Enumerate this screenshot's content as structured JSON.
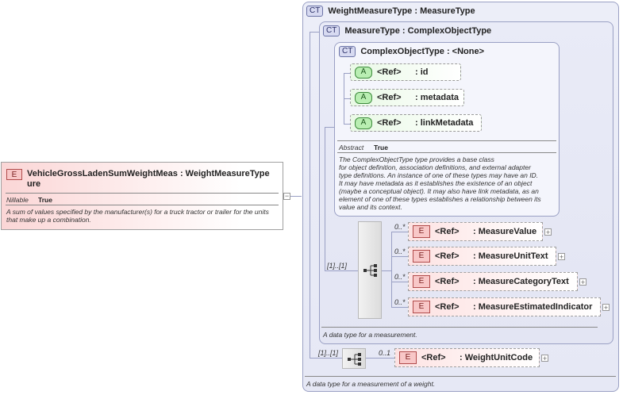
{
  "root": {
    "badge": "E",
    "name_line1": "VehicleGrossLadenSumWeightMeas : WeightMeasureType",
    "name_line2": "ure",
    "prop_key": "Nillable",
    "prop_value": "True",
    "doc": "A sum of values specified by the manufacturer(s) for a truck tractor or trailer for the units that make up a combination.",
    "collapse": "−"
  },
  "weight_measure_type": {
    "badge": "CT",
    "title": "WeightMeasureType : MeasureType",
    "doc": "A data type for a measurement of a weight.",
    "seq_occurrence": "[1]..[1]",
    "child": {
      "badge": "E",
      "occurrence": "0..1",
      "ref": "<Ref>",
      "name": ": WeightUnitCode",
      "expand": "+"
    }
  },
  "measure_type": {
    "badge": "CT",
    "title": "MeasureType : ComplexObjectType",
    "doc": "A data type for a measurement.",
    "seq_occurrence": "[1]..[1]",
    "children": [
      {
        "badge": "E",
        "occurrence": "0..*",
        "ref": "<Ref>",
        "name": ": MeasureValue",
        "expand": "+"
      },
      {
        "badge": "E",
        "occurrence": "0..*",
        "ref": "<Ref>",
        "name": ": MeasureUnitText",
        "expand": "+"
      },
      {
        "badge": "E",
        "occurrence": "0..*",
        "ref": "<Ref>",
        "name": ": MeasureCategoryText",
        "expand": "+"
      },
      {
        "badge": "E",
        "occurrence": "0..*",
        "ref": "<Ref>",
        "name": ": MeasureEstimatedIndicator",
        "expand": "+"
      }
    ]
  },
  "complex_object_type": {
    "badge": "CT",
    "title": "ComplexObjectType : <None>",
    "attributes": [
      {
        "badge": "A",
        "ref": "<Ref>",
        "name": ": id"
      },
      {
        "badge": "A",
        "ref": "<Ref>",
        "name": ": metadata"
      },
      {
        "badge": "A",
        "ref": "<Ref>",
        "name": ": linkMetadata"
      }
    ],
    "prop_key": "Abstract",
    "prop_value": "True",
    "doc_lines": [
      "The ComplexObjectType type provides a base class",
      "for object definition, association definitions, and external adapter",
      "type definitions. An instance of one of these types may have an ID.",
      "It may have metadata as it establishes the existence of an object",
      "(maybe a conceptual object). It may also have link metadata, as an",
      "element of one of these types establishes a relationship between its",
      "value and its context."
    ]
  },
  "colors": {
    "ct_border": "#9aa0c4",
    "element_fill": "#fde2e2",
    "attribute_fill": "#e9f9e6"
  }
}
